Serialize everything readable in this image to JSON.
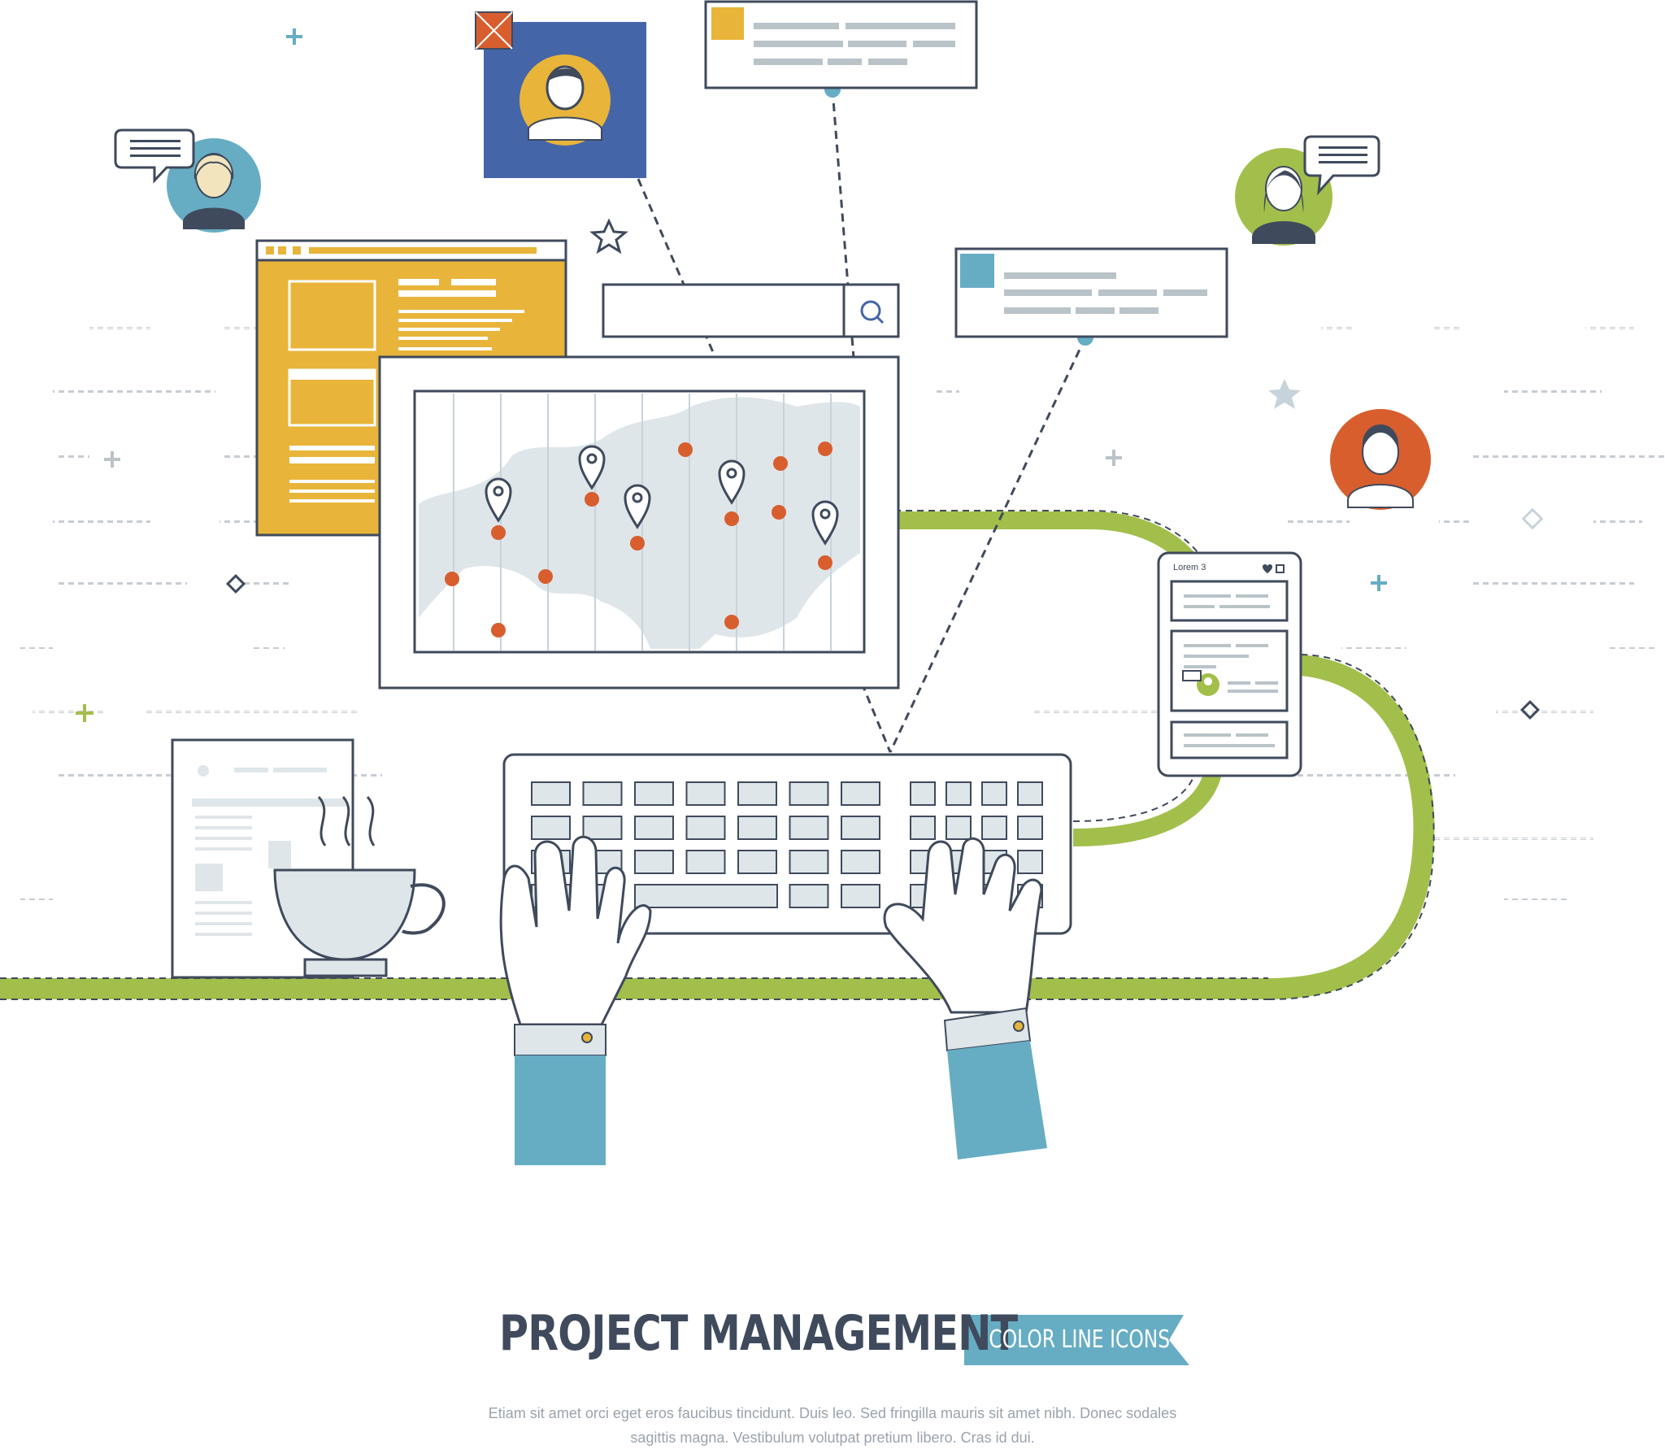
{
  "title": "PROJECT MANAGEMENT",
  "badge": "COLOR LINE ICONS",
  "description_line1": "Etiam sit amet orci eget eros faucibus tincidunt. Duis leo. Sed fringilla mauris sit amet nibh. Donec sodales",
  "description_line2": "sagittis magna.  Vestibulum volutpat pretium libero. Cras id dui.",
  "phone_card_label": "Lorem 3",
  "colors": {
    "navy": "#3f4a5c",
    "blue": "#4466a8",
    "teal": "#66adc4",
    "yellow": "#e8b43a",
    "orange": "#d85e2e",
    "green": "#a3bf4b",
    "lightgray": "#dfe6ea",
    "gray": "#b9c3c8"
  },
  "icons": [
    "search-icon",
    "map-pin-icon",
    "coffee-cup-icon",
    "keyboard-icon",
    "user-avatar-icon",
    "chat-bubble-icon",
    "star-icon",
    "plus-icon",
    "diamond-icon"
  ]
}
